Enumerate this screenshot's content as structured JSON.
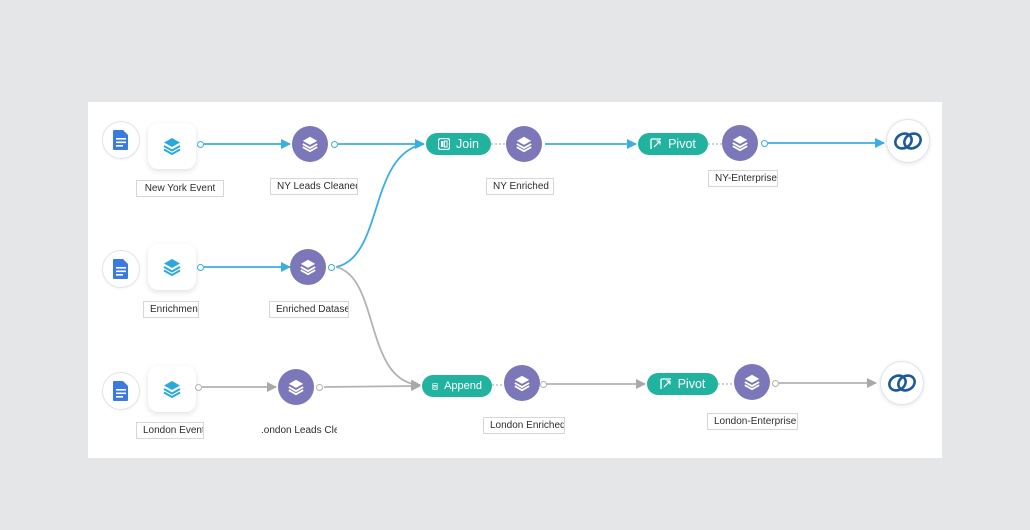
{
  "colors": {
    "active_edge": "#3aaee0",
    "inactive_edge": "#b3b3b3",
    "dataset_node": "#7b77b8",
    "transform_pill": "#22b3a0",
    "doc_icon": "#3b7be0",
    "layers_icon": "#2aa9e0",
    "destination_icon": "#1e5a9a"
  },
  "nodes": {
    "row1": {
      "source_label": "New York Event",
      "dataset_label": "NY Leads Cleaned",
      "join_label": "Join",
      "join_output_label": "NY Enriched",
      "pivot_label": "Pivot",
      "pivot_output_label": "NY-Enterprise"
    },
    "row2": {
      "source_label": "Enrichment",
      "dataset_label": "Enriched Dataset"
    },
    "row3": {
      "source_label": "London Event",
      "dataset_label": ".ondon Leads Clean.",
      "append_label": "Append",
      "append_output_label": "London Enriched",
      "pivot_label": "Pivot",
      "pivot_output_label": "London-Enterprise"
    }
  }
}
